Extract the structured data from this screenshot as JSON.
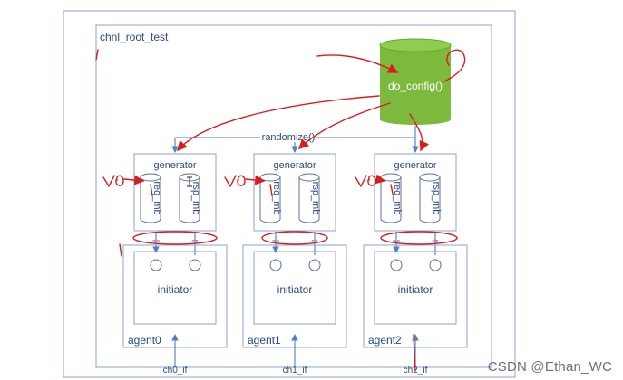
{
  "root_label": "chnl_root_test",
  "config_label": "do_config()",
  "randomize_label": "randomize()",
  "colors": {
    "config": "#7cba3d",
    "frame": "#8aa3d1",
    "arrow": "#4e7fc1",
    "annotation": "#d91d1d",
    "text": "#2b4a86"
  },
  "channels": [
    {
      "generator": "generator",
      "req_mb": "req_mb",
      "rsp_mb": "rsp_mb",
      "port_req": "req",
      "port_rsp": "rsp",
      "initiator": "initiator",
      "agent": "agent0",
      "interface": "ch0_if"
    },
    {
      "generator": "generator",
      "req_mb": "req_mb",
      "rsp_mb": "rsp_mb",
      "port_req": "req",
      "port_rsp": "rsp",
      "initiator": "initiator",
      "agent": "agent1",
      "interface": "ch1_if"
    },
    {
      "generator": "generator",
      "req_mb": "req_mb",
      "rsp_mb": "rsp_mb",
      "port_req": "req",
      "port_rsp": "rsp",
      "initiator": "initiator",
      "agent": "agent2",
      "interface": "ch2_if"
    }
  ],
  "watermark": "CSDN @Ethan_WC"
}
